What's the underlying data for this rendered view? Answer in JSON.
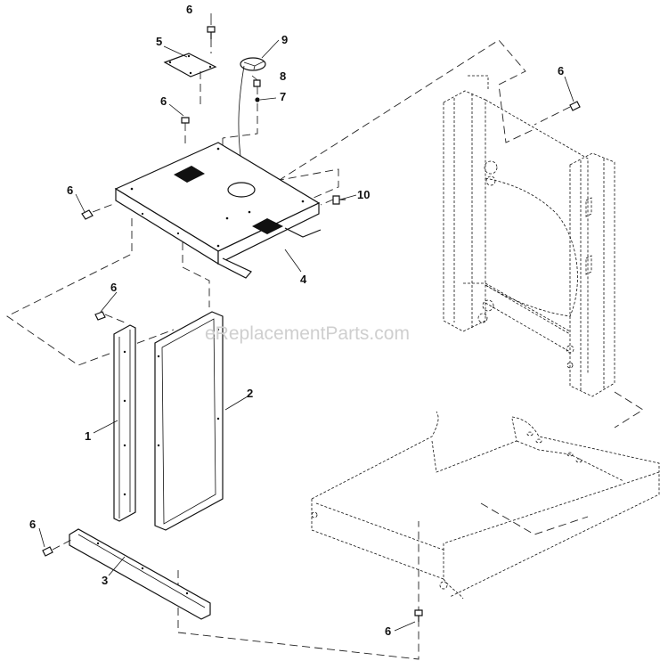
{
  "watermark": "eReplacementParts.com",
  "callouts": {
    "c1": "1",
    "c2": "2",
    "c3": "3",
    "c4": "4",
    "c5": "5",
    "c6a": "6",
    "c6b": "6",
    "c6c": "6",
    "c6d": "6",
    "c6e": "6",
    "c6f": "6",
    "c6g": "6",
    "c7": "7",
    "c8": "8",
    "c9": "9",
    "c10": "10"
  }
}
